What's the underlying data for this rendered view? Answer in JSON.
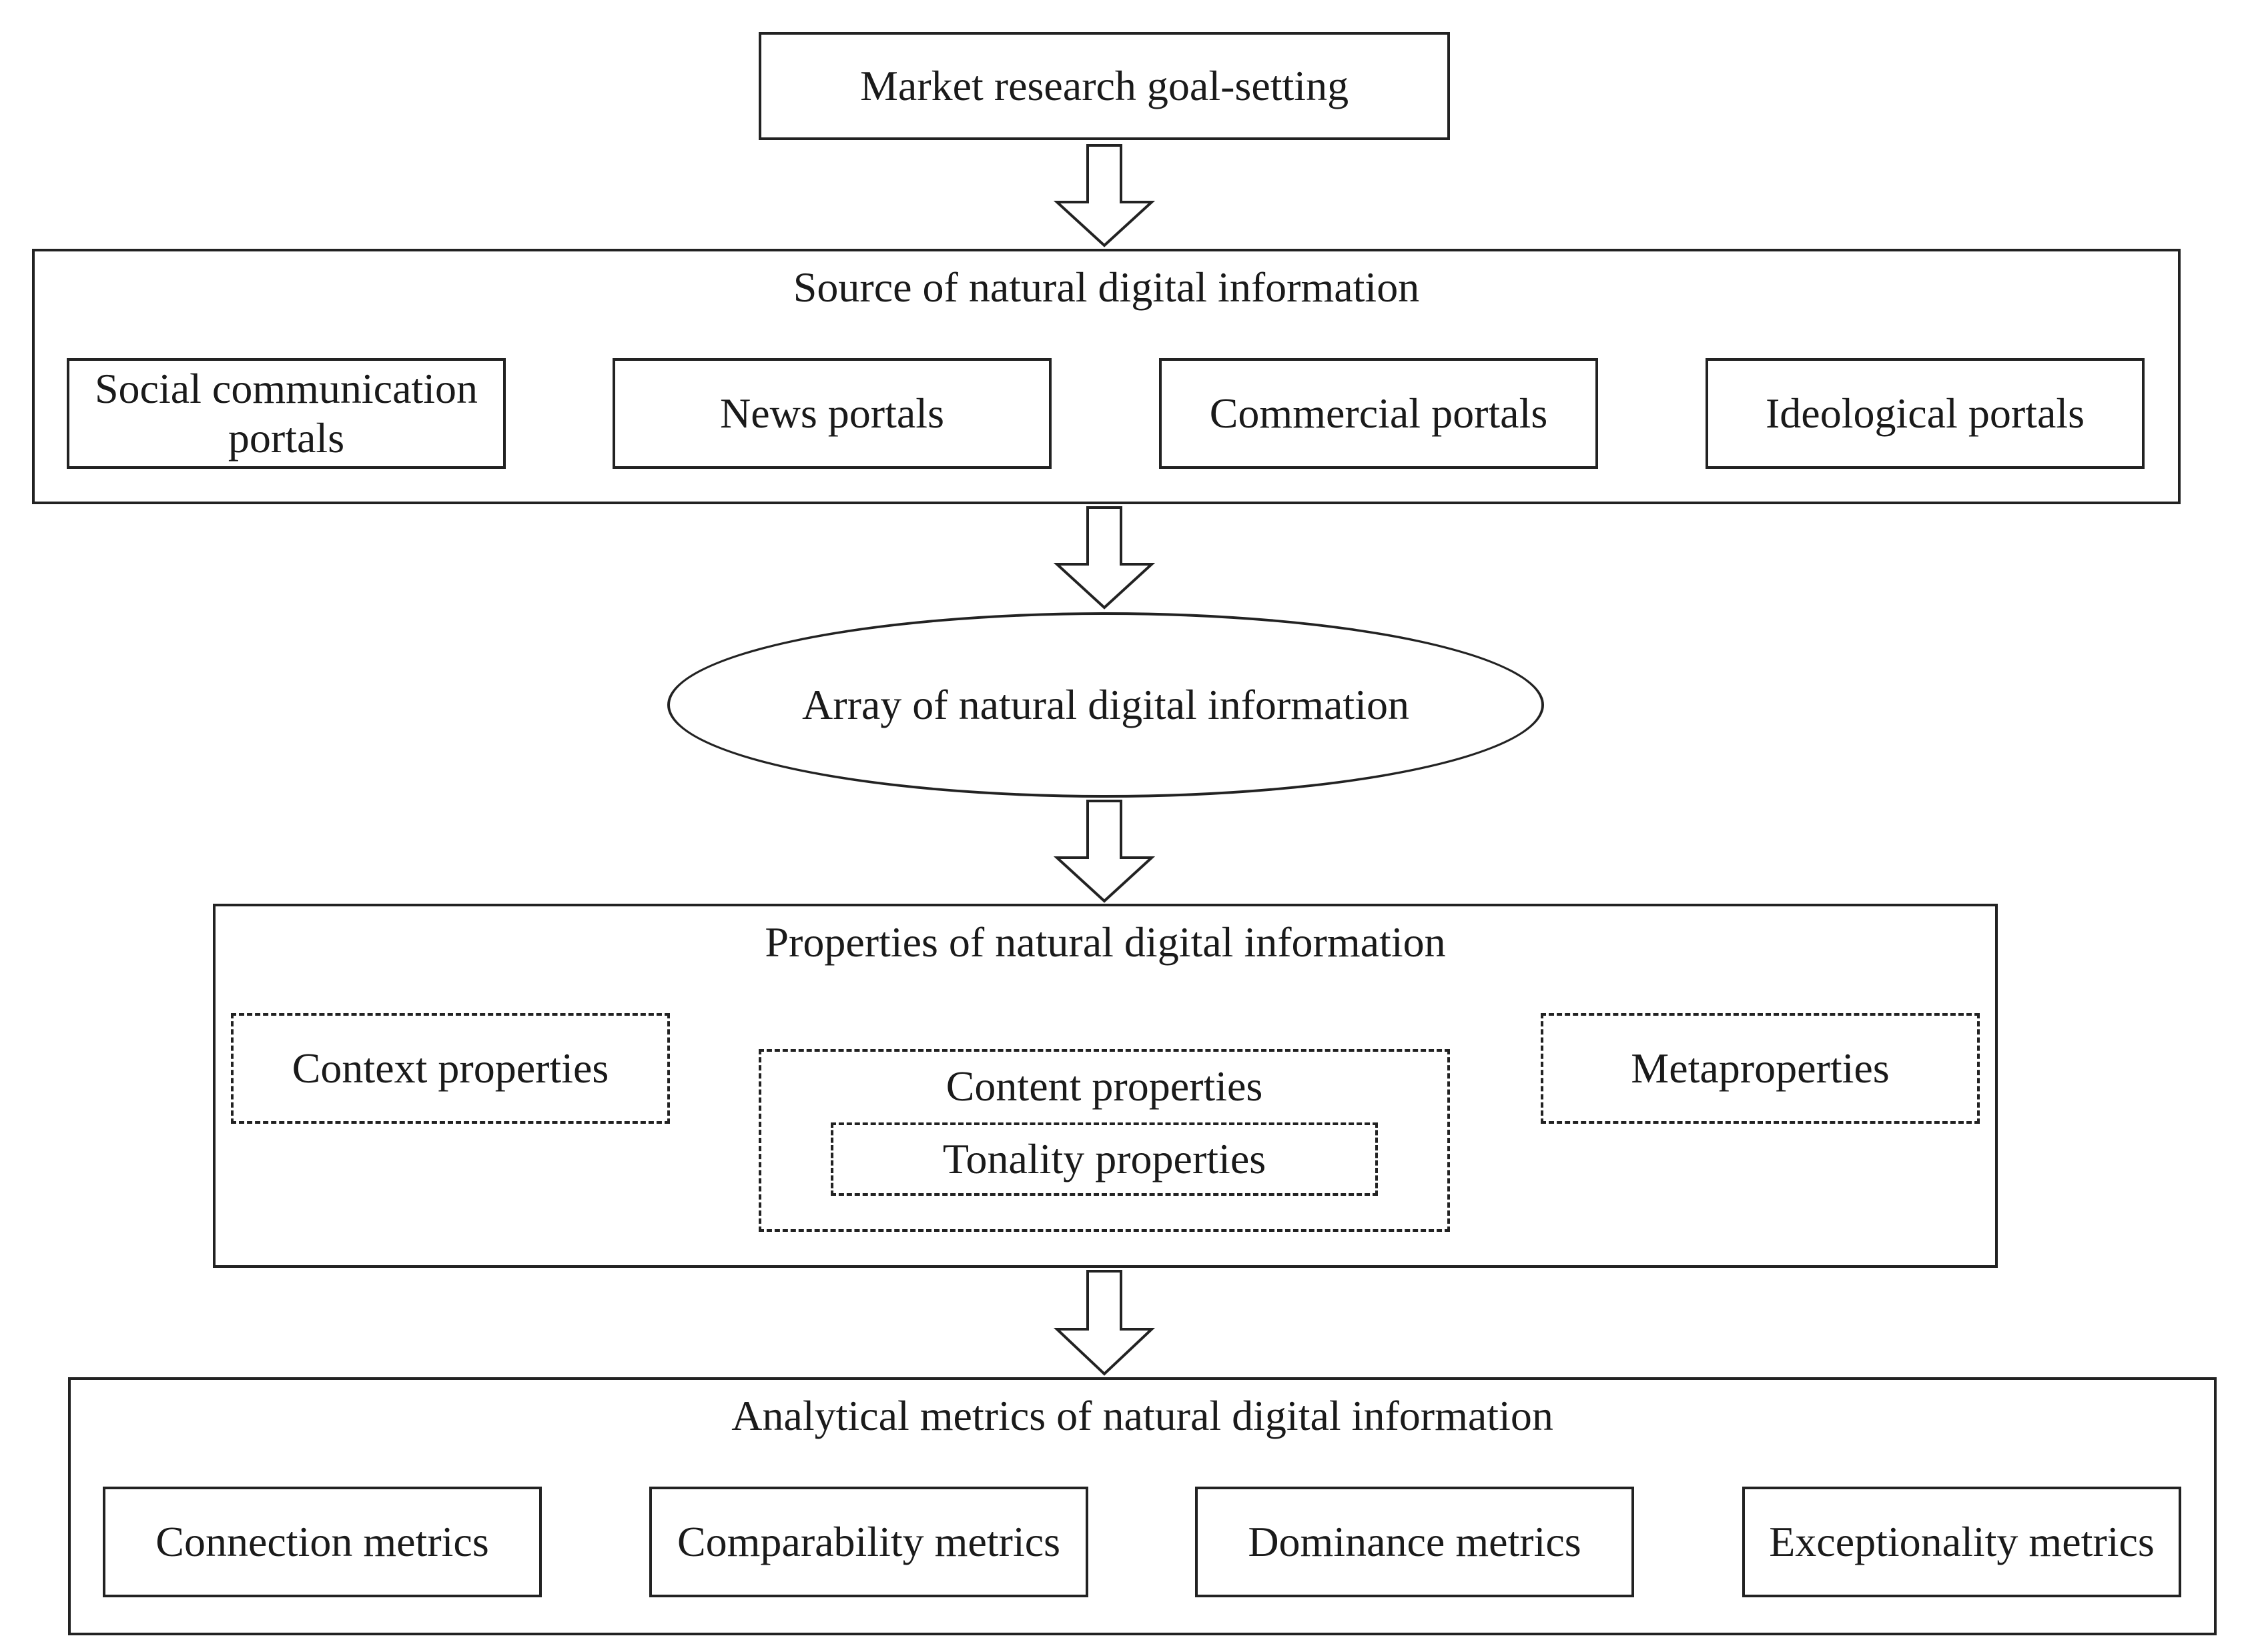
{
  "goal": "Market research goal-setting",
  "sources": {
    "title": "Source of natural digital information",
    "items": [
      "Social communication portals",
      "News portals",
      "Commercial portals",
      "Ideological portals"
    ]
  },
  "array": "Array of natural digital information",
  "properties": {
    "title": "Properties of natural digital information",
    "context": "Context properties",
    "content": "Content properties",
    "tonality": "Tonality properties",
    "meta": "Metaproperties"
  },
  "metrics": {
    "title": "Analytical metrics of natural digital information",
    "items": [
      "Connection metrics",
      "Comparability metrics",
      "Dominance metrics",
      "Exceptionality metrics"
    ]
  }
}
